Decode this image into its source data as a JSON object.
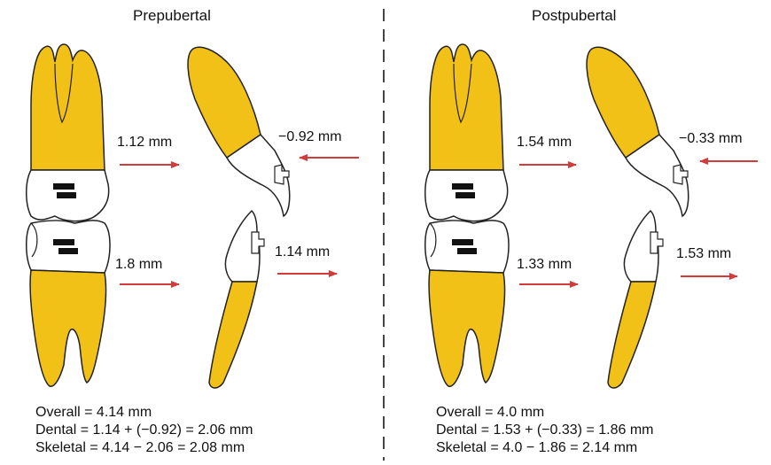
{
  "colors": {
    "tooth": "#f2c118",
    "outline": "#222222",
    "arrow": "#d33a3a",
    "bracket": "#111111",
    "divider": "#444444"
  },
  "left": {
    "title": "Prepubertal",
    "upper_molar_mm": "1.12 mm",
    "upper_incisor_mm": "−0.92 mm",
    "lower_molar_mm": "1.8 mm",
    "lower_incisor_mm": "1.14 mm",
    "summary": [
      "Overall = 4.14 mm",
      "Dental = 1.14 + (−0.92) = 2.06 mm",
      "Skeletal = 4.14 − 2.06 = 2.08 mm"
    ]
  },
  "right": {
    "title": "Postpubertal",
    "upper_molar_mm": "1.54 mm",
    "upper_incisor_mm": "−0.33 mm",
    "lower_molar_mm": "1.33 mm",
    "lower_incisor_mm": "1.53 mm",
    "summary": [
      "Overall = 4.0 mm",
      "Dental = 1.53 + (−0.33) = 1.86 mm",
      "Skeletal = 4.0 − 1.86 = 2.14 mm"
    ]
  }
}
